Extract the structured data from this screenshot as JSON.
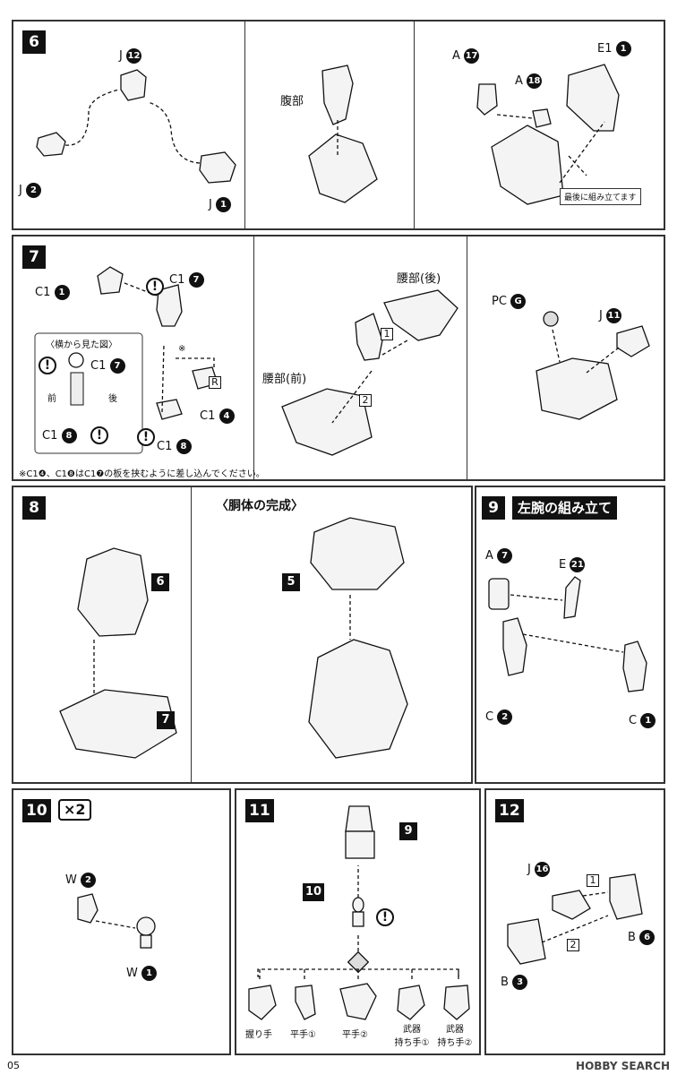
{
  "steps": {
    "s6": {
      "num": "6",
      "labels": {
        "j12": "J",
        "j12n": "12",
        "j2": "J",
        "j2n": "2",
        "j1": "J",
        "j1n": "1",
        "waist": "腹部",
        "a17": "A",
        "a17n": "17",
        "a18": "A",
        "a18n": "18",
        "e1": "E1",
        "e1n": "1",
        "note": "最後に組み立てます"
      }
    },
    "s7": {
      "num": "7",
      "labels": {
        "c1_1": "C1",
        "c1_1n": "1",
        "c1_7": "C1",
        "c1_7n": "7",
        "c1_4": "C1",
        "c1_4n": "4",
        "c1_8": "C1",
        "c1_8n": "8",
        "side_view": "〈横から見た図〉",
        "c1_7b": "C1",
        "c1_7bn": "7",
        "front": "前",
        "back": "後",
        "c1_8b": "C1",
        "c1_8bn": "8",
        "r": "R",
        "asterisk": "※",
        "waist_back": "腰部(後)",
        "waist_front": "腰部(前)",
        "n1": "1",
        "n2": "2",
        "pc": "PC",
        "pcn": "G",
        "j11": "J",
        "j11n": "11",
        "footnote": "※C1❹、C1❽はC1❼の板を挟むように差し込んでください。"
      }
    },
    "s8": {
      "num": "8",
      "title": "〈胴体の完成〉",
      "ref6": "6",
      "ref7": "7",
      "ref5": "5"
    },
    "s9": {
      "num": "9",
      "title": "左腕の組み立て",
      "labels": {
        "a7": "A",
        "a7n": "7",
        "e21": "E",
        "e21n": "21",
        "c2": "C",
        "c2n": "2",
        "c1": "C",
        "c1n": "1"
      }
    },
    "s10": {
      "num": "10",
      "mult": "×2",
      "labels": {
        "w2": "W",
        "w2n": "2",
        "w1": "W",
        "w1n": "1"
      }
    },
    "s11": {
      "num": "11",
      "ref9": "9",
      "ref10": "10",
      "hands": [
        "握り手",
        "平手①",
        "平手②",
        "武器\n持ち手①",
        "武器\n持ち手②"
      ]
    },
    "s12": {
      "num": "12",
      "labels": {
        "j16": "J",
        "j16n": "16",
        "b6": "B",
        "b6n": "6",
        "b3": "B",
        "b3n": "3",
        "n1": "1",
        "n2": "2"
      }
    }
  },
  "footer": {
    "page": "05",
    "watermark": "HOBBY SEARCH"
  }
}
